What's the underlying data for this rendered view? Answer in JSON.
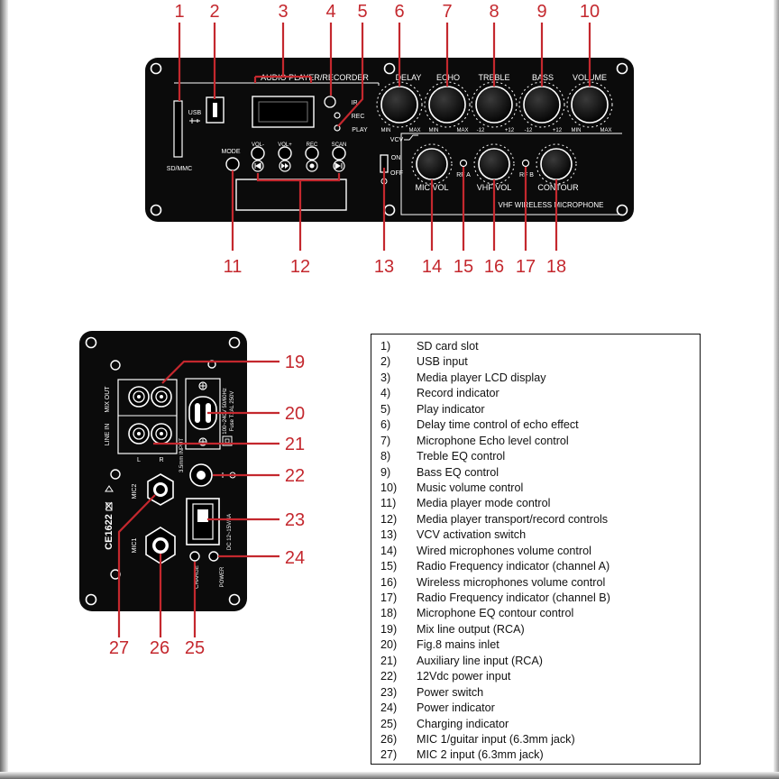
{
  "panel1": {
    "callouts": [
      "1",
      "2",
      "3",
      "4",
      "5",
      "6",
      "7",
      "8",
      "9",
      "10",
      "11",
      "12",
      "13",
      "14",
      "15",
      "16",
      "17",
      "18"
    ],
    "section_title": "AUDIO PLAYER/RECORDER",
    "sd_label": "SD/MMC",
    "usb_label": "USB",
    "ir_label": "IR",
    "rec_label": "REC",
    "play_label": "PLAY",
    "mode_label": "MODE",
    "transport_labels": [
      "VOL-",
      "VOL+",
      "REC",
      "SCAN"
    ],
    "knob_labels": [
      "DELAY",
      "ECHO",
      "TREBLE",
      "BASS",
      "VOLUME"
    ],
    "knob_ranges": [
      [
        "MIN",
        "MAX"
      ],
      [
        "MIN",
        "MAX"
      ],
      [
        "-12",
        "+12"
      ],
      [
        "-12",
        "+12"
      ],
      [
        "MIN",
        "MAX"
      ]
    ],
    "vcv_label": "VCV",
    "on_label": "ON",
    "off_label": "OFF",
    "mic_knob_labels": [
      "MIC VOL",
      "VHF VOL",
      "CONTOUR"
    ],
    "rf_labels": [
      "RF A",
      "RF B"
    ],
    "wireless_title": "VHF WIRELESS MICROPHONE"
  },
  "panel2": {
    "callouts": [
      "19",
      "20",
      "21",
      "22",
      "23",
      "24",
      "25",
      "26",
      "27"
    ],
    "mix_out": "MIX OUT",
    "line_in": "LINE IN",
    "l_label": "L",
    "r_label": "R",
    "mains_label": "100~240V 50/60Hz",
    "fuse_label": "Fuse T2AL 250V",
    "input_35": "3.5mm INPUT",
    "dc_label": "DC 12~15V/4A",
    "mic1": "MIC1",
    "mic2": "MIC2",
    "charge": "CHARGE",
    "power": "POWER",
    "ce_label": "CE1622"
  },
  "legend": [
    {
      "num": "1)",
      "text": "SD card slot"
    },
    {
      "num": "2)",
      "text": "USB input"
    },
    {
      "num": "3)",
      "text": "Media player LCD display"
    },
    {
      "num": "4)",
      "text": "Record indicator"
    },
    {
      "num": "5)",
      "text": "Play indicator"
    },
    {
      "num": "6)",
      "text": "Delay time control of echo effect"
    },
    {
      "num": "7)",
      "text": "Microphone Echo level control"
    },
    {
      "num": "8)",
      "text": "Treble EQ control"
    },
    {
      "num": "9)",
      "text": "Bass EQ control"
    },
    {
      "num": "10)",
      "text": "Music volume control"
    },
    {
      "num": "11)",
      "text": "Media player mode control"
    },
    {
      "num": "12)",
      "text": "Media player transport/record controls"
    },
    {
      "num": "13)",
      "text": "VCV activation switch"
    },
    {
      "num": "14)",
      "text": "Wired microphones volume control"
    },
    {
      "num": "15)",
      "text": "Radio Frequency indicator (channel A)"
    },
    {
      "num": "16)",
      "text": "Wireless microphones volume control"
    },
    {
      "num": "17)",
      "text": "Radio Frequency indicator (channel B)"
    },
    {
      "num": "18)",
      "text": "Microphone EQ contour control"
    },
    {
      "num": "19)",
      "text": "Mix line output (RCA)"
    },
    {
      "num": "20)",
      "text": "Fig.8 mains inlet"
    },
    {
      "num": "21)",
      "text": "Auxiliary line input (RCA)"
    },
    {
      "num": "22)",
      "text": "12Vdc power input"
    },
    {
      "num": "23)",
      "text": "Power switch"
    },
    {
      "num": "24)",
      "text": "Power indicator"
    },
    {
      "num": "25)",
      "text": "Charging indicator"
    },
    {
      "num": "26)",
      "text": "MIC 1/guitar input (6.3mm jack)"
    },
    {
      "num": "27)",
      "text": "MIC 2 input (6.3mm jack)"
    }
  ],
  "colors": {
    "accent": "#c4282e",
    "panel": "#0b0b0b",
    "text": "#111111"
  }
}
